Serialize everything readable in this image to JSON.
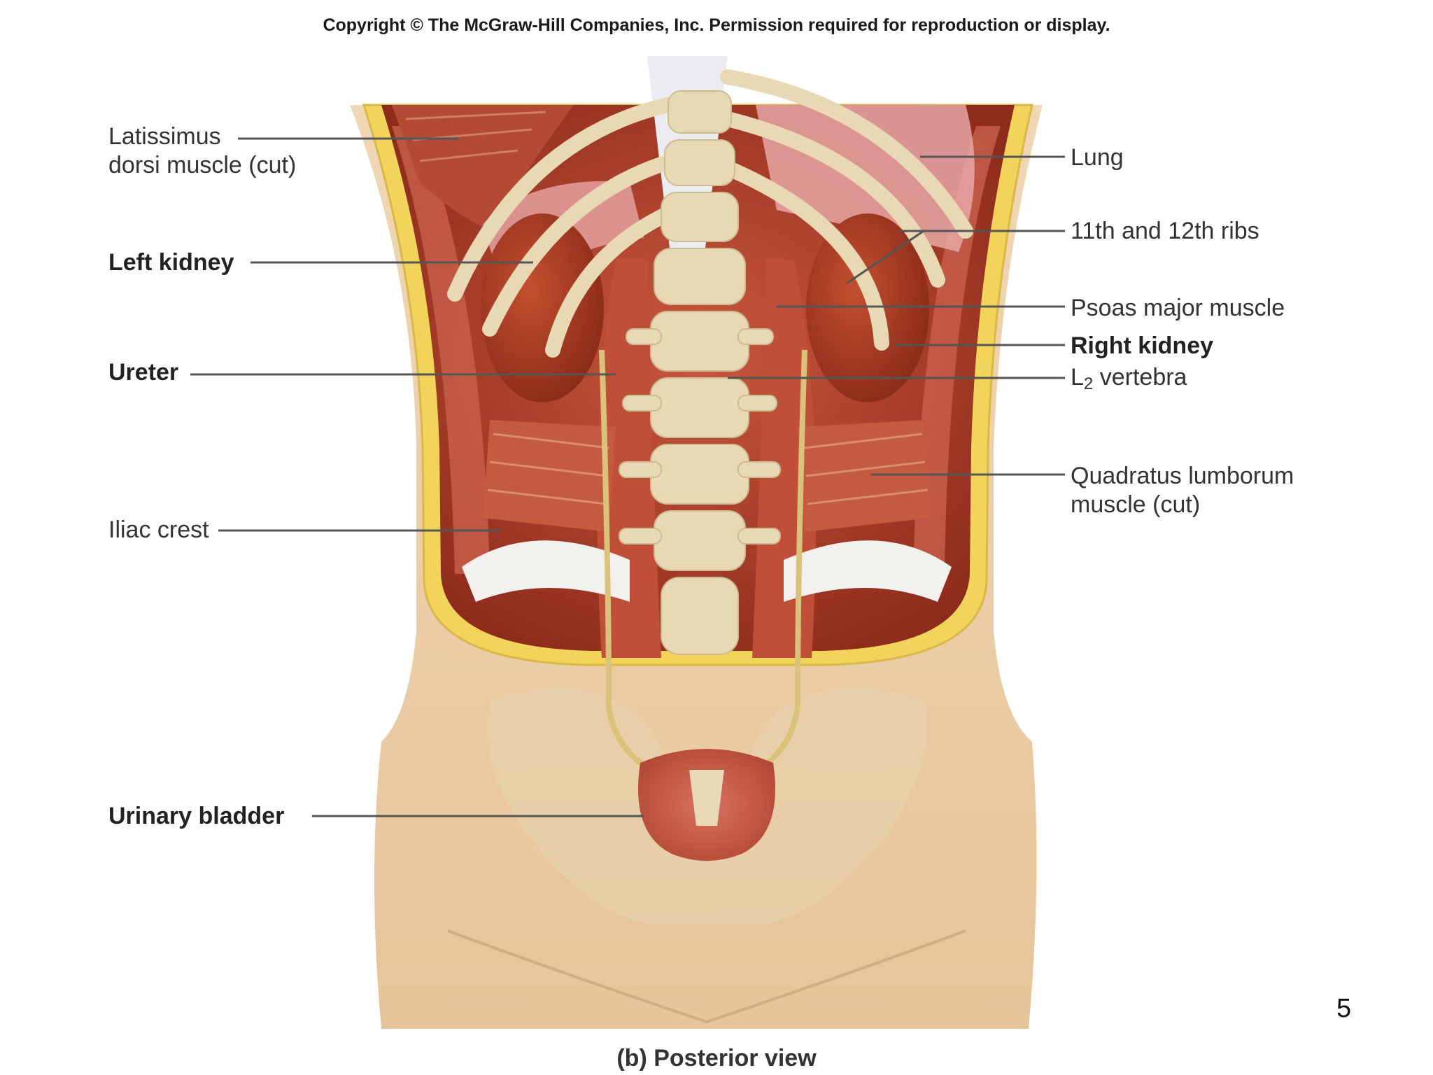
{
  "copyright": "Copyright © The McGraw-Hill Companies, Inc. Permission required for reproduction or display.",
  "caption": "(b) Posterior view",
  "page_number": "5",
  "labels": {
    "latissimus_line1": "Latissimus",
    "latissimus_line2": "dorsi muscle (cut)",
    "left_kidney": "Left kidney",
    "ureter": "Ureter",
    "iliac_crest": "Iliac crest",
    "urinary_bladder": "Urinary bladder",
    "lung": "Lung",
    "ribs": "11th and 12th ribs",
    "psoas": "Psoas major muscle",
    "right_kidney": "Right kidney",
    "vertebra_L": "L",
    "vertebra_sub": "2",
    "vertebra_rest": " vertebra",
    "quadratus_line1": "Quadratus lumborum",
    "quadratus_line2": "muscle (cut)"
  },
  "colors": {
    "skin": "#e9c9a2",
    "muscle": "#b8432f",
    "bone": "#e8d8b4",
    "kidney": "#a83a24",
    "fat": "#f2d45a",
    "leader": "#555555"
  }
}
